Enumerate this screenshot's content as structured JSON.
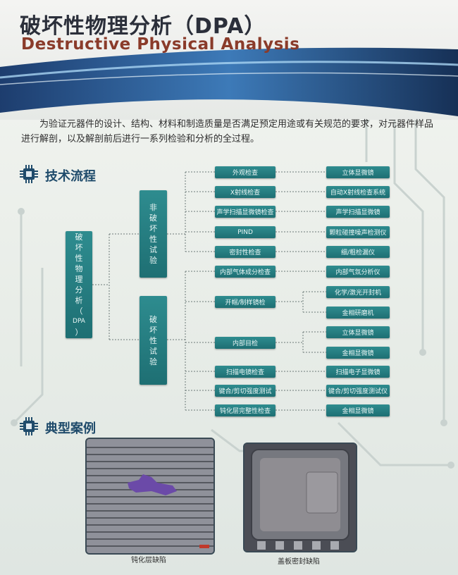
{
  "title_cn": "破坏性物理分析（DPA）",
  "title_en": "Destructive Physical Analysis",
  "intro": "为验证元器件的设计、结构、材料和制造质量是否满足预定用途或有关规范的要求，对元器件样品进行解剖，以及解剖前后进行一系列检验和分析的全过程。",
  "section_process": "技术流程",
  "section_cases": "典型案例",
  "root_node": [
    "破",
    "坏",
    "性",
    "物",
    "理",
    "分",
    "析",
    "（",
    "DPA",
    "）"
  ],
  "branch_nondestructive": [
    "非",
    "破",
    "坏",
    "性",
    "试",
    "验"
  ],
  "branch_destructive": [
    "破",
    "坏",
    "性",
    "试",
    "验"
  ],
  "tests": [
    "外观检查",
    "X射线检查",
    "声学扫描显微镜检查",
    "PIND",
    "密封性检查",
    "内部气体成分检查",
    "开帽/制样镜检",
    "内部目检",
    "扫描电镜检查",
    "键合/剪切强度测试",
    "钝化层完整性检查"
  ],
  "equipment": [
    "立体显微镜",
    "自动X射线检查系统",
    "声学扫描显微镜",
    "颗粒碰撞噪声检测仪",
    "细/粗检漏仪",
    "内部气氛分析仪",
    "化学/激光开封机",
    "金相研磨机",
    "立体显微镜",
    "金相显微镜",
    "扫描电子显微镜",
    "键合/剪切强度测试仪",
    "金相显微镜"
  ],
  "case_labels": [
    "钝化层缺陷",
    "盖板密封缺陷"
  ],
  "colors": {
    "node": "#1e6f73",
    "title_en": "#8a3b2a",
    "section": "#1f4b6b"
  }
}
